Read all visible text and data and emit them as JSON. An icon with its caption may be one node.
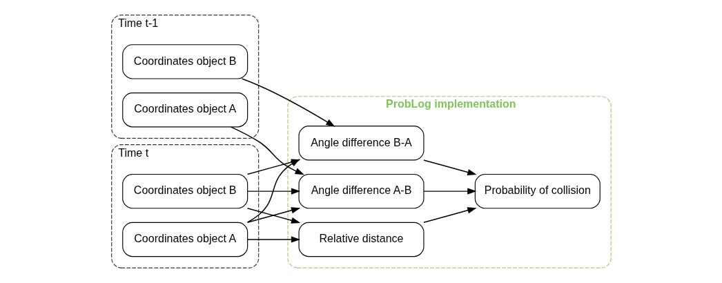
{
  "diagram": {
    "nodes": [
      {
        "text": [],
        "shape": "box",
        "beside": [
          "Time t"
        ]
      },
      {
        "text": [
          "Coordinates object A"
        ],
        "in": 0
      },
      {
        "text": [
          "Coordinates object B"
        ],
        "in": 0
      },
      {
        "text": [],
        "shape": "box",
        "beside": [
          "Time t-1"
        ]
      },
      {
        "text": [
          "Coordinates object A"
        ],
        "in": 3
      },
      {
        "text": [
          "Coordinates object B"
        ],
        "in": 3
      },
      {
        "text": [
          "ProbLog implementation"
        ]
      },
      {
        "text": [
          "Relative distance"
        ],
        "in": 6
      },
      {
        "text": [
          "Angle difference A-B"
        ],
        "in": 6
      },
      {
        "text": [
          "Angle difference B-A"
        ],
        "in": 6
      },
      {
        "text": [
          "Probability of collision"
        ],
        "in": 6
      }
    ],
    "edges": [
      {
        "from": 1,
        "to": 7,
        "arrow": "to"
      },
      {
        "from": 1,
        "to": 8,
        "arrow": "to"
      },
      {
        "from": 1,
        "to": 9,
        "arrow": "to"
      },
      {
        "from": 2,
        "to": 7,
        "arrow": "to"
      },
      {
        "from": 2,
        "to": 8,
        "arrow": "to"
      },
      {
        "from": 2,
        "to": 9,
        "arrow": "to"
      },
      {
        "from": 4,
        "to": 8,
        "arrow": "to"
      },
      {
        "from": 5,
        "to": 9,
        "arrow": "to"
      },
      {
        "from": 7,
        "to": 10,
        "arrow": "to"
      },
      {
        "from": 8,
        "to": 10,
        "arrow": "to"
      },
      {
        "from": 9,
        "to": 10,
        "arrow": "to"
      }
    ]
  }
}
